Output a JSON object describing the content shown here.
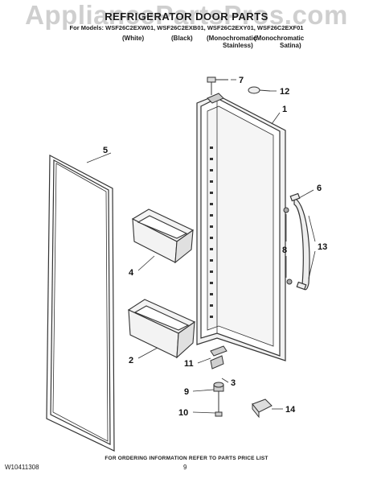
{
  "watermark": "AppliancePartsPros.com",
  "header": {
    "title": "REFRIGERATOR DOOR PARTS",
    "models": "For Models: WSF26C2EXW01, WSF26C2EXB01, WSF26C2EXY01, WSF26C2EXF01",
    "variants": [
      {
        "line1": "(White)",
        "line2": ""
      },
      {
        "line1": "(Black)",
        "line2": ""
      },
      {
        "line1": "(Monochromatic",
        "line2": "Stainless)"
      },
      {
        "line1": "(Monochromatic",
        "line2": "Satina)"
      }
    ]
  },
  "callouts": {
    "c1": "1",
    "c2": "2",
    "c3": "3",
    "c4": "4",
    "c5": "5",
    "c6": "6",
    "c7": "7",
    "c8": "8",
    "c9": "9",
    "c10": "10",
    "c11": "11",
    "c12": "12",
    "c13": "13",
    "c14": "14"
  },
  "footer": {
    "note": "FOR ORDERING INFORMATION REFER TO PARTS PRICE LIST",
    "code": "W10411308",
    "page": "9"
  }
}
